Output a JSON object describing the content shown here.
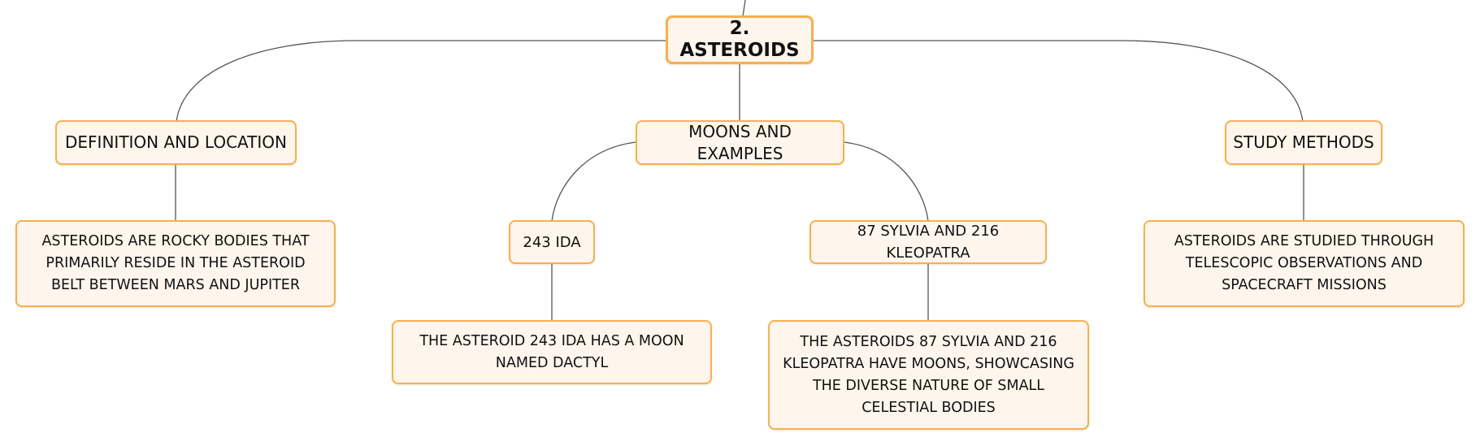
{
  "diagram": {
    "root": {
      "label": "2. ASTEROIDS"
    },
    "branches": [
      {
        "label": "DEFINITION AND LOCATION",
        "children": [
          {
            "label": "ASTEROIDS ARE ROCKY BODIES THAT PRIMARILY RESIDE IN THE ASTEROID BELT BETWEEN MARS AND JUPITER"
          }
        ]
      },
      {
        "label": "MOONS AND EXAMPLES",
        "children": [
          {
            "label": "243 IDA",
            "children": [
              {
                "label": "THE ASTEROID 243 IDA HAS A MOON NAMED DACTYL"
              }
            ]
          },
          {
            "label": "87 SYLVIA AND 216 KLEOPATRA",
            "children": [
              {
                "label": "THE ASTEROIDS 87 SYLVIA AND 216 KLEOPATRA HAVE MOONS, SHOWCASING THE DIVERSE NATURE OF SMALL CELESTIAL BODIES"
              }
            ]
          }
        ]
      },
      {
        "label": "STUDY METHODS",
        "children": [
          {
            "label": "ASTEROIDS ARE STUDIED THROUGH TELESCOPIC OBSERVATIONS AND SPACECRAFT MISSIONS"
          }
        ]
      }
    ]
  },
  "colors": {
    "node_fill": "#fef5ec",
    "node_border": "#f6b04f",
    "connector": "#555555",
    "text": "#111111"
  }
}
